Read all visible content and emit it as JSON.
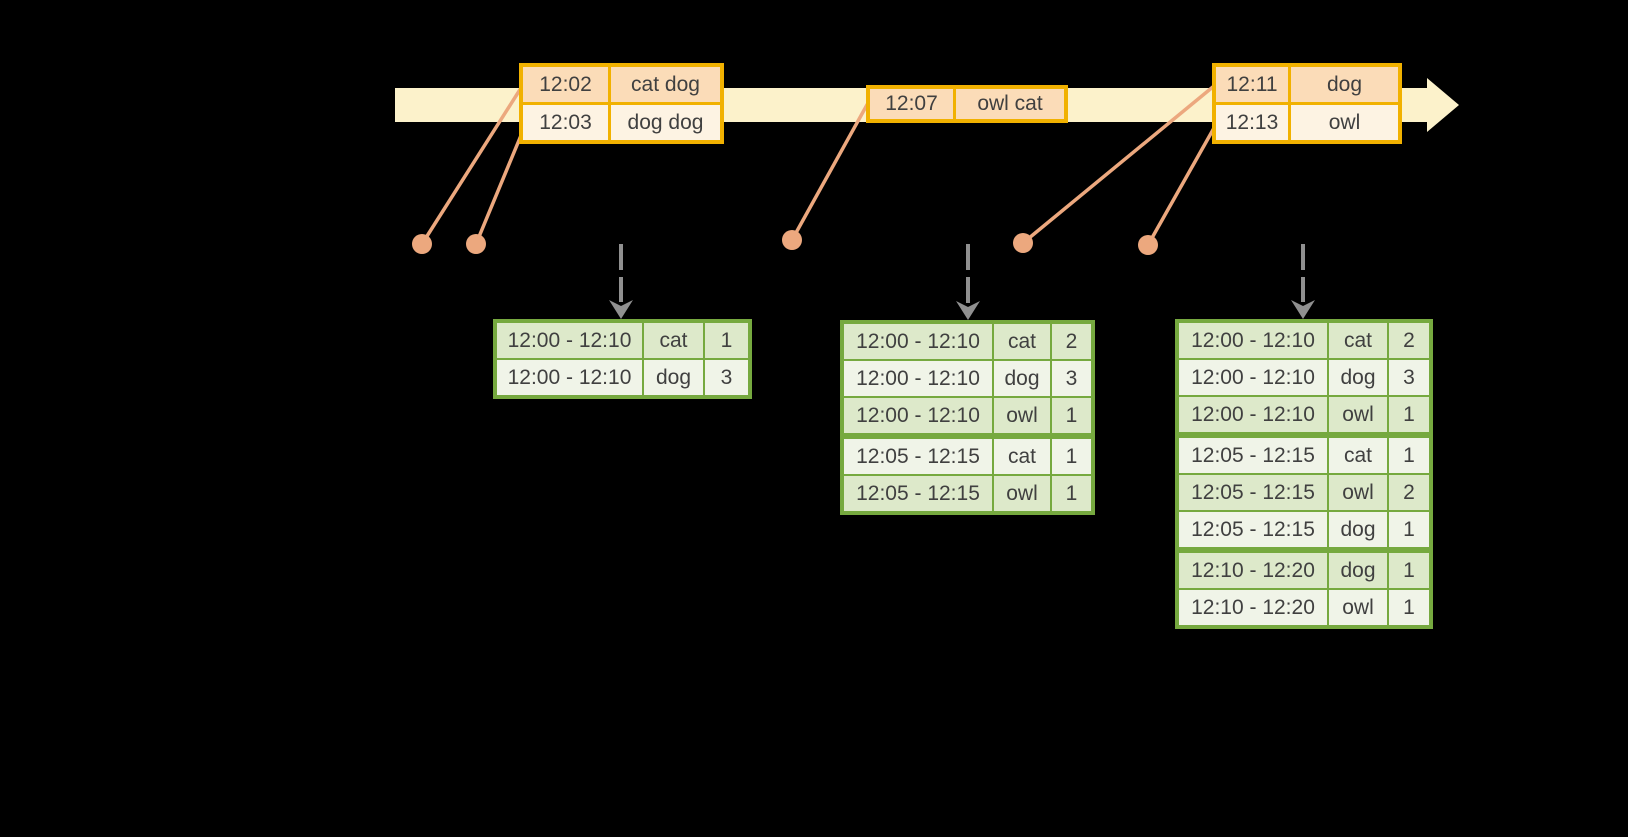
{
  "diagram_title": "windowed-word-count-stream",
  "colors": {
    "background": "#000000",
    "timeline_fill": "#fcf2cb",
    "event_table_border": "#f1b100",
    "event_row_peach": "#fbdcb8",
    "event_row_cream": "#fdf3e3",
    "connector_salmon": "#eca87e",
    "trigger_arrow_gray": "#909090",
    "result_table_border": "#76a93f",
    "result_row_tint": "#dde9ca",
    "result_row_light": "#f0f4e8",
    "table_text": "#404040"
  },
  "icons": {
    "timeline": "right-arrow",
    "event_marker": "filled-dot",
    "trigger": "dashed-down-arrow"
  },
  "event_tables": [
    {
      "rows": [
        {
          "time": "12:02",
          "words": "cat dog"
        },
        {
          "time": "12:03",
          "words": "dog dog"
        }
      ]
    },
    {
      "rows": [
        {
          "time": "12:07",
          "words": "owl cat"
        }
      ]
    },
    {
      "rows": [
        {
          "time": "12:11",
          "words": "dog"
        },
        {
          "time": "12:13",
          "words": "owl"
        }
      ]
    }
  ],
  "result_tables": [
    {
      "rows": [
        {
          "window": "12:00 - 12:10",
          "word": "cat",
          "count": "1"
        },
        {
          "window": "12:00 - 12:10",
          "word": "dog",
          "count": "3"
        }
      ]
    },
    {
      "rows": [
        {
          "window": "12:00 - 12:10",
          "word": "cat",
          "count": "2"
        },
        {
          "window": "12:00 - 12:10",
          "word": "dog",
          "count": "3"
        },
        {
          "window": "12:00 - 12:10",
          "word": "owl",
          "count": "1"
        },
        {
          "window": "12:05 - 12:15",
          "word": "cat",
          "count": "1"
        },
        {
          "window": "12:05 - 12:15",
          "word": "owl",
          "count": "1"
        }
      ]
    },
    {
      "rows": [
        {
          "window": "12:00 - 12:10",
          "word": "cat",
          "count": "2"
        },
        {
          "window": "12:00 - 12:10",
          "word": "dog",
          "count": "3"
        },
        {
          "window": "12:00 - 12:10",
          "word": "owl",
          "count": "1"
        },
        {
          "window": "12:05 - 12:15",
          "word": "cat",
          "count": "1"
        },
        {
          "window": "12:05 - 12:15",
          "word": "owl",
          "count": "2"
        },
        {
          "window": "12:05 - 12:15",
          "word": "dog",
          "count": "1"
        },
        {
          "window": "12:10 - 12:20",
          "word": "dog",
          "count": "1"
        },
        {
          "window": "12:10 - 12:20",
          "word": "owl",
          "count": "1"
        }
      ]
    }
  ]
}
